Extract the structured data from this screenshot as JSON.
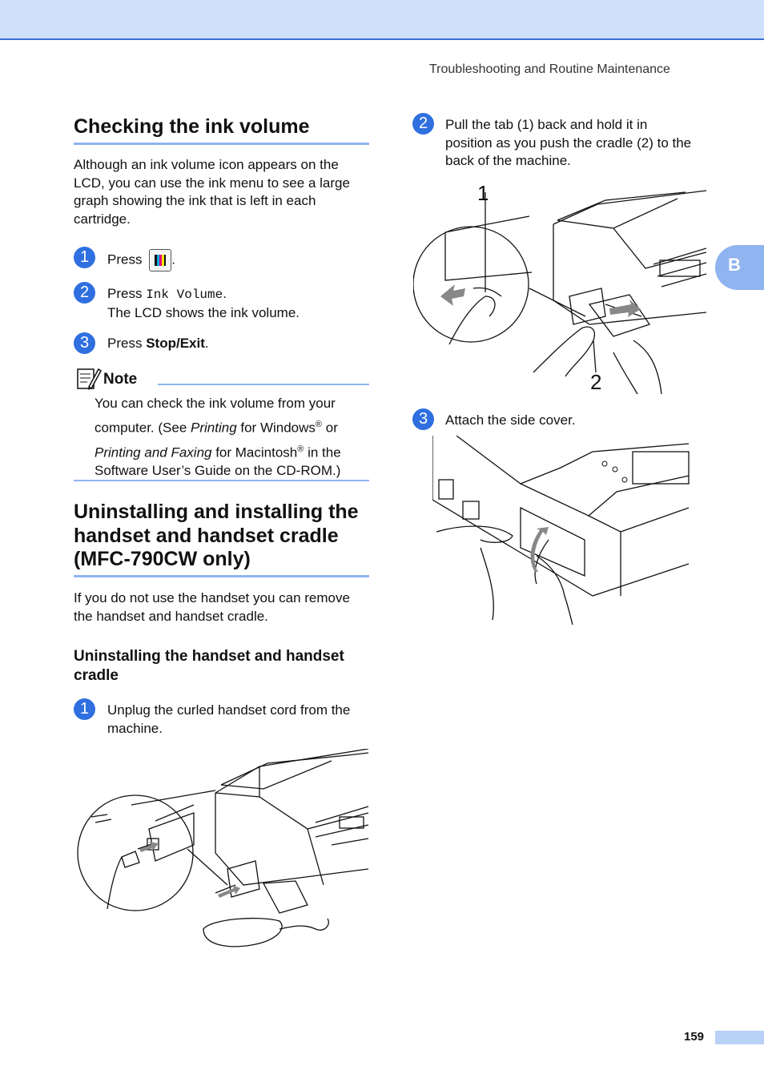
{
  "header": {
    "running_title": "Troubleshooting and Routine Maintenance"
  },
  "side_tab": {
    "letter": "B"
  },
  "footer": {
    "page_number": "159"
  },
  "left": {
    "section1": {
      "title": "Checking the ink volume",
      "intro_lines": [
        "Although an ink volume icon appears on the",
        "LCD, you can use the ink menu to see a large",
        "graph showing the ink that is left in each",
        "cartridge."
      ],
      "step1": {
        "num": "1",
        "press": "Press",
        "after": "."
      },
      "step2": {
        "num": "2",
        "press": "Press",
        "menu": "Ink Volume",
        "after": ".",
        "line2": "The LCD shows the ink volume."
      },
      "step3": {
        "num": "3",
        "press": "Press",
        "key": "Stop/Exit",
        "after": "."
      },
      "note": {
        "label": "Note",
        "line1": "You can check the ink volume from your",
        "l2a": "computer. (See ",
        "l2b": "Printing",
        "l2c": " for Windows",
        "reg": "®",
        "l2d": " or",
        "l3a": "Printing and Faxing",
        "l3b": " for Macintosh",
        "l3c": " in the",
        "line4": "Software User’s Guide on the CD-ROM.)"
      }
    },
    "section2": {
      "title_lines": [
        "Uninstalling and installing the",
        "handset and handset cradle",
        "(MFC-790CW only)"
      ],
      "intro_lines": [
        "If you do not use the handset you can remove",
        "the handset and handset cradle."
      ],
      "subheading_lines": [
        "Uninstalling the handset and handset",
        "cradle"
      ],
      "step1": {
        "num": "1",
        "lines": [
          "Unplug the curled handset cord from the",
          "machine."
        ]
      }
    }
  },
  "right": {
    "step2": {
      "num": "2",
      "lines": [
        "Pull the tab (1) back and hold it in",
        "position as you push the cradle (2) to the",
        "back of the machine."
      ]
    },
    "callouts": {
      "one": "1",
      "two": "2"
    },
    "step3": {
      "num": "3",
      "text": "Attach the side cover."
    }
  }
}
